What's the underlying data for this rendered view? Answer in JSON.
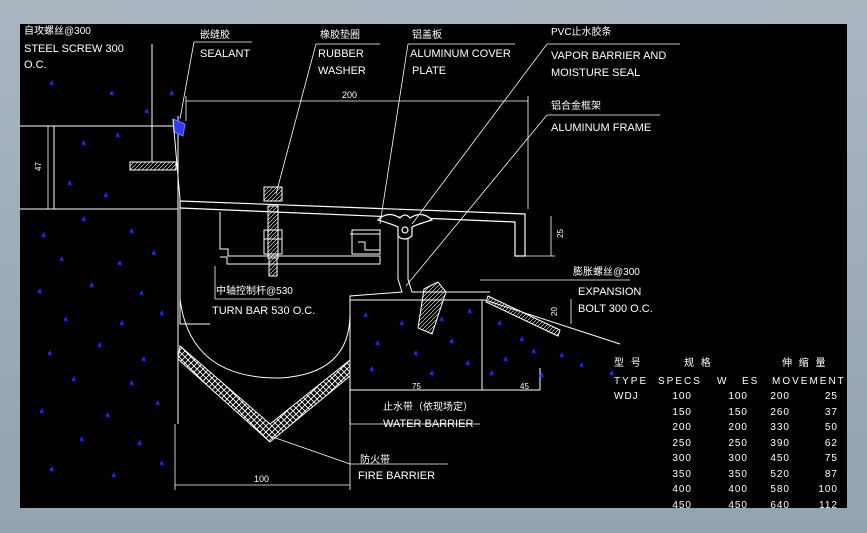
{
  "labels": {
    "screw_cn": "自攻螺丝@300",
    "screw_en1": "STEEL SCREW 300",
    "screw_en2": "O.C.",
    "sealant_cn": "嵌缝胶",
    "sealant_en": "SEALANT",
    "washer_cn": "橡胶垫圈",
    "washer_en1": "RUBBER",
    "washer_en2": "WASHER",
    "cover_cn": "铝盖板",
    "cover_en1": "ALUMINUM COVER",
    "cover_en2": "PLATE",
    "pvc_cn": "PVC止水胶条",
    "pvc_en1": "VAPOR BARRIER AND",
    "pvc_en2": "MOISTURE SEAL",
    "frame_cn": "铝合金框架",
    "frame_en": "ALUMINUM FRAME",
    "bolt_cn": "膨胀螺丝@300",
    "bolt_en1": "EXPANSION",
    "bolt_en2": "BOLT 300 O.C.",
    "turnbar_cn": "中轴控制杆@530",
    "turnbar_en": "TURN BAR 530 O.C.",
    "water_cn": "止水带（依现场定）",
    "water_en": "WATER BARRIER",
    "fire_cn": "防火带",
    "fire_en": "FIRE BARRIER"
  },
  "dimensions": {
    "top": "200",
    "left_vertical": "47",
    "right_25": "25",
    "right_20": "20",
    "bottom": "100",
    "mid_left": "75",
    "mid_right": "45"
  },
  "table": {
    "header_cn": [
      "型 号",
      "规 格",
      "伸 缩 量"
    ],
    "header_en": [
      "TYPE",
      "SPECS",
      "W",
      "ES",
      "MOVEMENT"
    ],
    "rows": [
      [
        "WDJ",
        "100",
        "100",
        "200",
        "25"
      ],
      [
        "",
        "150",
        "150",
        "260",
        "37"
      ],
      [
        "",
        "200",
        "200",
        "330",
        "50"
      ],
      [
        "",
        "250",
        "250",
        "390",
        "62"
      ],
      [
        "",
        "300",
        "300",
        "450",
        "75"
      ],
      [
        "",
        "350",
        "350",
        "520",
        "87"
      ],
      [
        "",
        "400",
        "400",
        "580",
        "100"
      ],
      [
        "",
        "450",
        "450",
        "640",
        "112"
      ]
    ]
  },
  "colors": {
    "line": "#ffffff",
    "aggregate": "#1a2cff",
    "sealant": "#2f3cff",
    "background": "#000000"
  }
}
